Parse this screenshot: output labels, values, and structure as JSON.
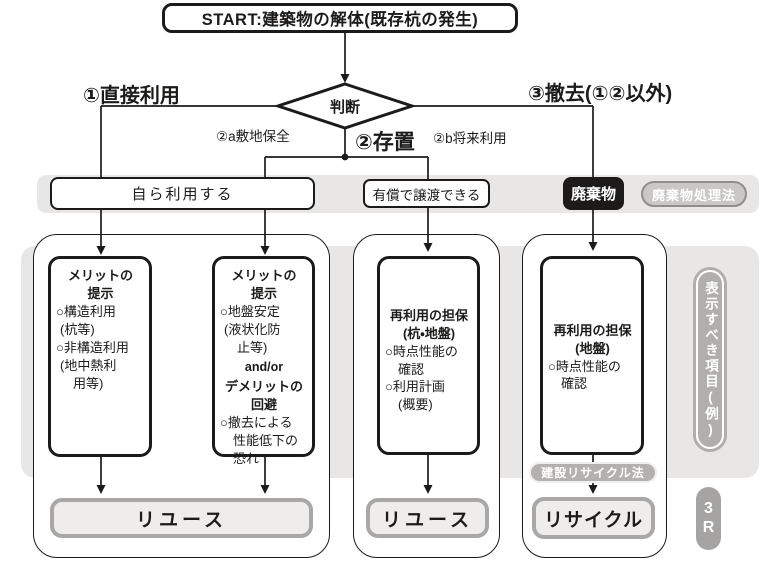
{
  "colors": {
    "ink": "#1c1b1a",
    "band_gray": "#e8e7e5",
    "pill_dark_gray": "#b0afad",
    "pill_light_fill": "#c9c8c6",
    "pill_light_border": "#8f8e8c",
    "output_fill": "#eeedeb",
    "output_border": "#a9a8a6",
    "waste_box_bg": "#1c1b1a"
  },
  "start": {
    "label": "START:建築物の解体(既存杭の発生)"
  },
  "decision": {
    "label": "判断"
  },
  "branches": {
    "direct": "①直接利用",
    "leave": "②存置",
    "leave_a": "②a敷地保全",
    "leave_b": "②b将来利用",
    "remove": "③撤去(①②以外)"
  },
  "row1": {
    "self_use": "自ら利用する",
    "paid": "有償で譲渡できる",
    "waste": "廃棄物",
    "waste_law": "廃棄物処理法"
  },
  "cards": {
    "L1": {
      "title1": "メリットの",
      "title2": "提示",
      "lines": [
        "○構造利用",
        "(杭等)",
        "○非構造利用",
        "(地中熱利",
        "用等)"
      ]
    },
    "L2": {
      "title1": "メリットの",
      "title2": "提示",
      "lines": [
        "○地盤安定",
        "(液状化防",
        "止等)"
      ],
      "andor": "and/or",
      "title3": "デメリットの",
      "title4": "回避",
      "lines2": [
        "○撤去による",
        "性能低下の",
        "恐れ"
      ]
    },
    "M": {
      "title1": "再利用の担保",
      "title2": "(杭・地盤)",
      "lines": [
        "○時点性能の",
        "確認",
        "○利用計画",
        "(概要)"
      ]
    },
    "R": {
      "title1": "再利用の担保",
      "title2": "(地盤)",
      "lines": [
        "○時点性能の",
        "確認"
      ]
    }
  },
  "outputs": {
    "reuse1": "リユース",
    "reuse2": "リユース",
    "recycle": "リサイクル"
  },
  "side": {
    "display_items": "表示すべき項目(例)",
    "recycle_law": "建設リサイクル法",
    "three_r": "3R"
  }
}
